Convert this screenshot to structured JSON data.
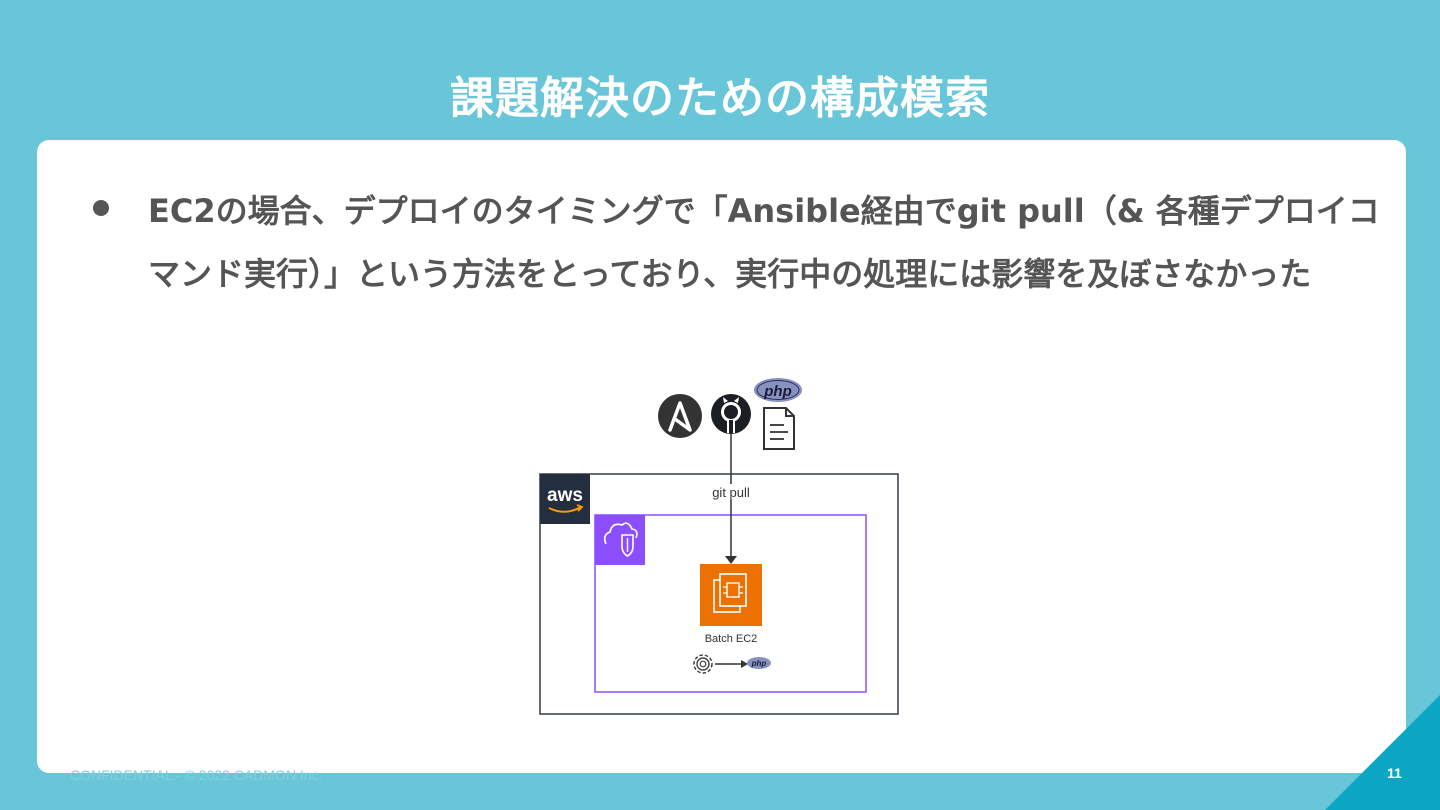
{
  "slide": {
    "title": "課題解決のための構成模索",
    "bullet": "EC2の場合、デプロイのタイミングで「Ansible経由でgit pull（& 各種デプロイコマンド実行）」という方法をとっており、実行中の処理には影響を及ぼさなかった",
    "footer": "CONFIDENTIAL - © 2022 CADMON Inc.",
    "page_number": "11"
  },
  "diagram": {
    "php_badge_top": "php",
    "aws_logo": "aws",
    "arrow_label": "git pull",
    "instance_label": "Batch EC2",
    "php_badge_small": "php",
    "colors": {
      "ec2_orange": "#ed7100",
      "vpc_purple": "#8c4fff",
      "aws_navy": "#232f3e",
      "php_purple": "#8892bf"
    },
    "icons": [
      "ansible-icon",
      "github-icon",
      "php-logo",
      "document-icon",
      "aws-logo",
      "vpc-icon",
      "ec2-instance-icon",
      "gear-icon"
    ]
  }
}
